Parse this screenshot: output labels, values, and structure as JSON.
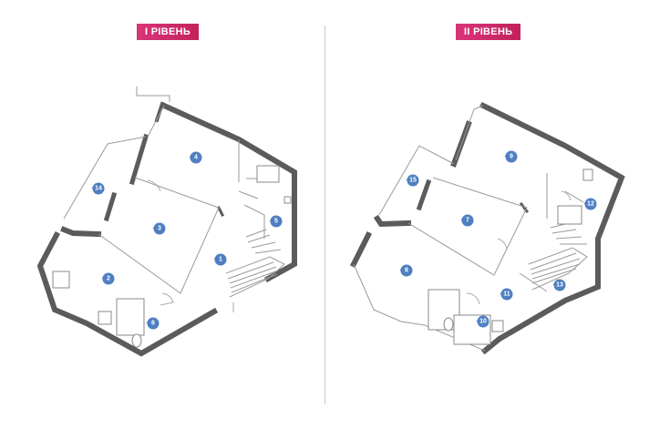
{
  "level1": {
    "title": "І РІВЕНЬ",
    "rooms": [
      "1",
      "2",
      "3",
      "4",
      "5",
      "6",
      "14"
    ]
  },
  "level2": {
    "title": "ІІ РІВЕНЬ",
    "rooms": [
      "7",
      "8",
      "9",
      "10",
      "11",
      "12",
      "13",
      "15"
    ]
  },
  "colors": {
    "badge": "#cf2a68",
    "marker": "#4f7fc2",
    "wall": "#5b5b5b",
    "divider": "#c9c9c9"
  }
}
